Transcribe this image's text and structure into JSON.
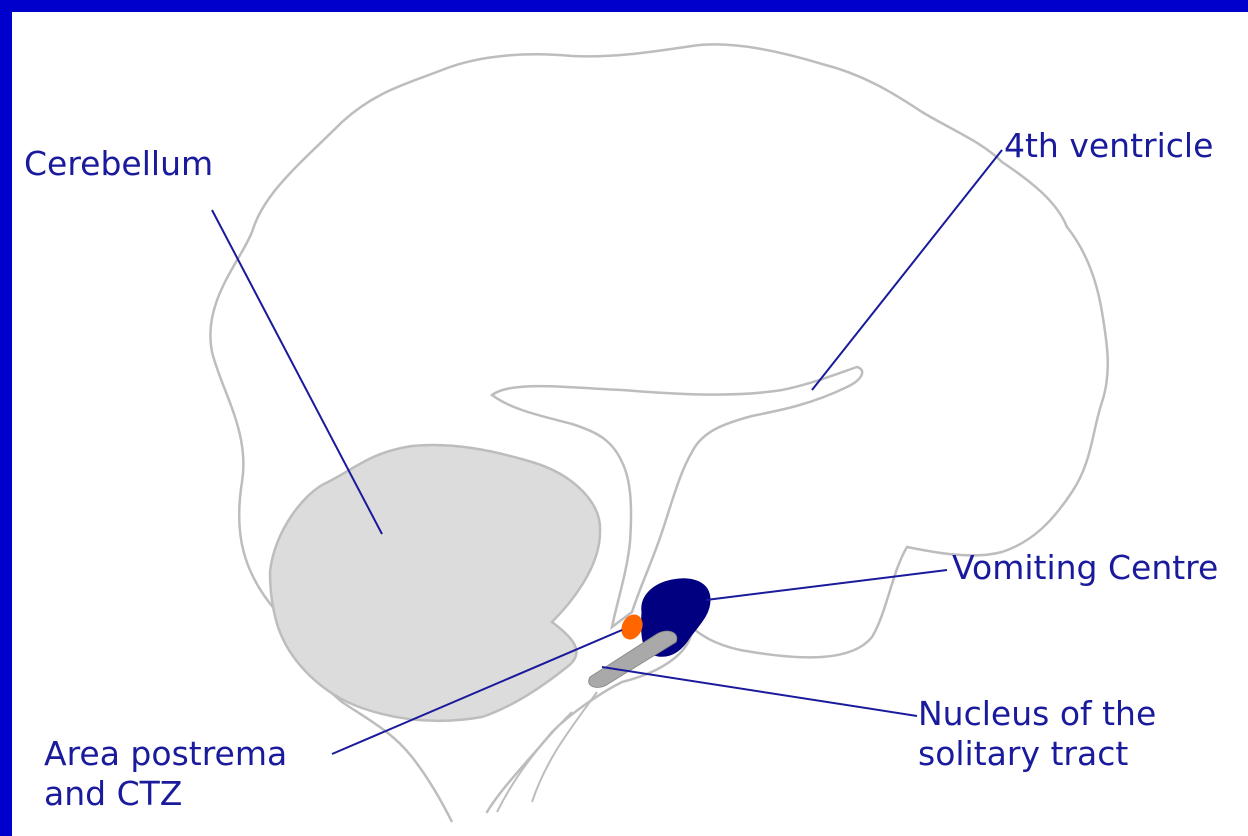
{
  "labels": {
    "cerebellum": "Cerebellum",
    "fourth_ventricle": "4th ventricle",
    "vomiting_centre": "Vomiting Centre",
    "nucleus_line1": "Nucleus of the",
    "nucleus_line2": "solitary tract",
    "area_line1": "Area postrema",
    "area_line2": "and CTZ"
  },
  "colors": {
    "frame": "#0000cc",
    "background": "#ffffff",
    "outline": "#bdbdbd",
    "cerebellum_fill": "#dcdcdc",
    "vomiting_centre": "#000080",
    "area_postrema": "#ff6600",
    "nucleus_fill": "#a9a9a9",
    "label_text": "#1a1a9c",
    "leader_line": "#1a1a9c"
  }
}
